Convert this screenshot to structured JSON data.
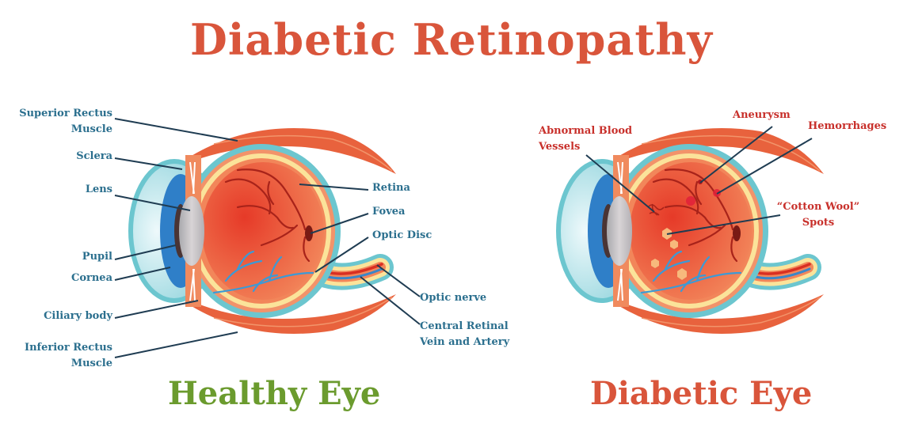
{
  "title": "Diabetic Retinopathy",
  "healthy": {
    "caption": "Healthy Eye",
    "labels": {
      "superior_rectus_1": "Superior Rectus",
      "superior_rectus_2": "Muscle",
      "sclera": "Sclera",
      "lens": "Lens",
      "pupil": "Pupil",
      "cornea": "Cornea",
      "ciliary_body": "Ciliary body",
      "inferior_rectus_1": "Inferior Rectus",
      "inferior_rectus_2": "Muscle",
      "retina": "Retina",
      "fovea": "Fovea",
      "optic_disc": "Optic Disc",
      "optic_nerve": "Optic nerve",
      "central_retinal_1": "Central Retinal",
      "central_retinal_2": "Vein and Artery"
    }
  },
  "diabetic": {
    "caption": "Diabetic Eye",
    "labels": {
      "abnormal_1": "Abnormal Blood",
      "abnormal_2": "Vessels",
      "aneurysm": "Aneurysm",
      "hemorrhages": "Hemorrhages",
      "cotton_1": "“Cotton Wool”",
      "cotton_2": "Spots"
    }
  },
  "colors": {
    "title": "#d9553b",
    "label": "#2b6f8e",
    "diabetic_label": "#c8302b",
    "healthy_caption": "#6b9b2e",
    "diabetic_caption": "#d9553b"
  }
}
